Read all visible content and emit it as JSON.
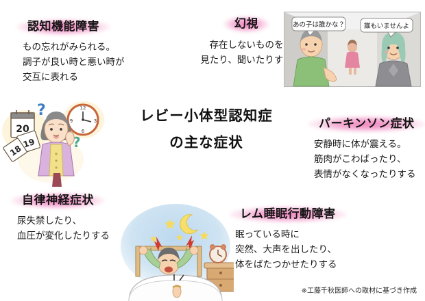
{
  "page": {
    "center_title_line1": "レビー小体型認知症",
    "center_title_line2": "の主な症状",
    "footnote": "※工藤千秋医師への取材に基づき作成",
    "colors": {
      "heading_glow_pink": "#ee7cb9",
      "center_ellipse_yellow": "#f8de55",
      "text_black": "#141414",
      "background": "#ffffff"
    }
  },
  "symptoms": [
    {
      "id": "cognitive-impairment",
      "heading": "認知機能障害",
      "lines": [
        "もの忘れがみられる。",
        "調子が良い時と悪い時が",
        "交互に表れる"
      ]
    },
    {
      "id": "visual-hallucination",
      "heading": "幻視",
      "lines": [
        "存在しないものを",
        "見たり、聞いたりする"
      ]
    },
    {
      "id": "parkinsonism",
      "heading": "パーキンソン症状",
      "lines": [
        "安静時に体が震える。",
        "筋肉がこわばったり、",
        "表情がなくなったりする"
      ]
    },
    {
      "id": "autonomic-symptoms",
      "heading": "自律神経症状",
      "lines": [
        "尿失禁したり、",
        "血圧が変化したりする"
      ]
    },
    {
      "id": "rem-sleep-behavior-disorder",
      "heading": "レム睡眠行動障害",
      "lines": [
        "眠っている時に",
        "突然、大声を出したり、",
        "体をばたつかせたりする"
      ]
    }
  ],
  "illustrations": {
    "hallucination_panel": {
      "speech_left": "あの子は誰かな？",
      "speech_right": "誰もいませんよ"
    },
    "cognitive_panel": {
      "calendar_days": [
        "20",
        "19",
        "18"
      ],
      "question_marks": [
        "?",
        "?"
      ],
      "clock_numbers": [
        "12",
        "3",
        "6",
        "9"
      ]
    },
    "sleep_panel": {
      "scene": "night"
    }
  }
}
